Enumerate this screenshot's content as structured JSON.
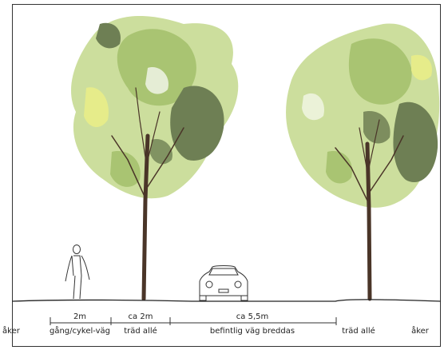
{
  "dimensions": {
    "walk": "2m",
    "tree": "ca 2m",
    "road": "ca 5,5m"
  },
  "zones": {
    "field_left": "åker",
    "walk": "gång/cykel-väg",
    "tree_left": "träd allé",
    "road": "befintlig väg breddas",
    "tree_right": "träd allé",
    "field_right": "åker"
  },
  "colors": {
    "leaf_light": "#c9dc98",
    "leaf_mid": "#a9c472",
    "leaf_dark": "#6e7f54",
    "leaf_yellow": "#e6ec8a",
    "trunk": "#4a3528",
    "ground": "#222222"
  }
}
